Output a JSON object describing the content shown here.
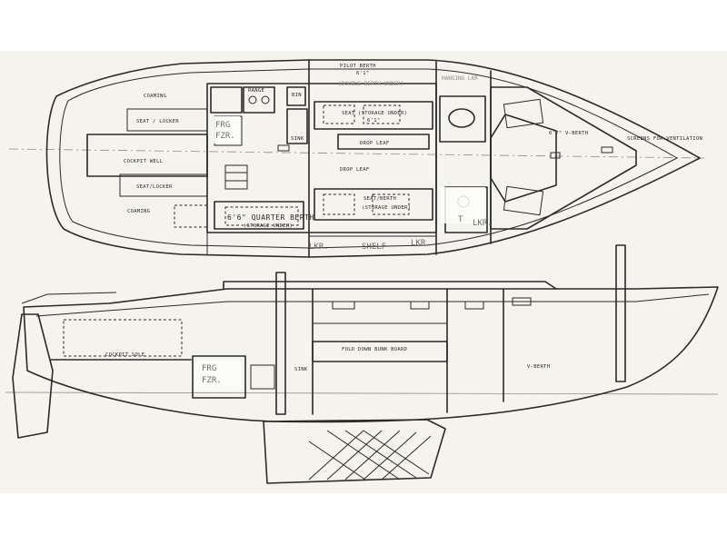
{
  "plan_view": {
    "labels": {
      "coaming_top": "COAMING",
      "seat_locker_top": "SEAT / LOCKER",
      "cockpit_well": "COCKPIT WELL",
      "seat_locker_bottom": "SEAT/LOCKER",
      "coaming_bottom": "COAMING",
      "frg": "FRG",
      "fzr": "FZR.",
      "range": "RANGE",
      "sink": "SINK",
      "bin": "BIN",
      "pilot_berth": "PILOT BERTH",
      "pilot_berth_dim": "6'1\"",
      "double_berth_under": "(DOUBLE BERTH UNDER)",
      "hanging_lkr": "HANGING LKR",
      "seat_storage": "SEAT (STORAGE UNDER)",
      "seat_dim": "6'1\"",
      "drop_leaf_1": "DROP LEAF",
      "drop_leaf_2": "DROP LEAF",
      "seat_berth": "SEAT/BERTH",
      "storage_under": "(STORAGE UNDER)",
      "quarter_berth": "6'6\" QUARTER BERTH",
      "quarter_storage": "(STORAGE UNDER)",
      "lkr_1": "LKR.",
      "shelf": "SHELF",
      "lkr_2": "LKR.",
      "head_lkr": "LKR.",
      "head_t": "T",
      "v_berth_dim": "6'7\" V-BERTH",
      "anchor_note": "SCREENS FOR VENTILATION"
    }
  },
  "profile_view": {
    "labels": {
      "cockpit_sole": "COCKPIT SOLE",
      "frg": "FRG",
      "fzr": "FZR.",
      "sink": "SINK",
      "fold_down_bunk_board": "FOLD DOWN BUNK BOARD",
      "v_berth": "V-BERTH"
    }
  },
  "colors": {
    "ink": "#2b2a28",
    "paper": "#f4f3ee",
    "background": "#ffffff"
  }
}
